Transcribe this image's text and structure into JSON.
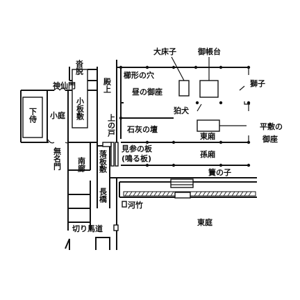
{
  "labels": {
    "daishoji": "大床子",
    "michodai": "御帳台",
    "kutsunugi": "沓脱",
    "tonoue": "殿上",
    "kushigata": "櫛形の穴",
    "hiru_no_omashi": "昼の御座",
    "shishi": "獅子",
    "komainu": "狛犬",
    "shinsenmon": "神仙門",
    "shimozamurai": "下侍",
    "koniwa": "小庭",
    "koitajiki": "小板敷",
    "kami_no_to": "上の戸",
    "sekkai_no_dan": "石灰の壇",
    "higashibisashi": "東廂",
    "hiraziki": "平敷の",
    "omashi": "御座",
    "mumyomon": "無名門",
    "minamirou": "南廊",
    "otoshi_itajiki": "落板敷",
    "kenzan_no_ita": "見参の板",
    "naru_ita": "(鳴る板)",
    "magobisashi": "孫廂",
    "sunoko": "簀の子",
    "nagahashi": "長橋",
    "kawatake": "河竹",
    "kirimedo": "切り馬道",
    "higashiniwa": "東庭"
  }
}
